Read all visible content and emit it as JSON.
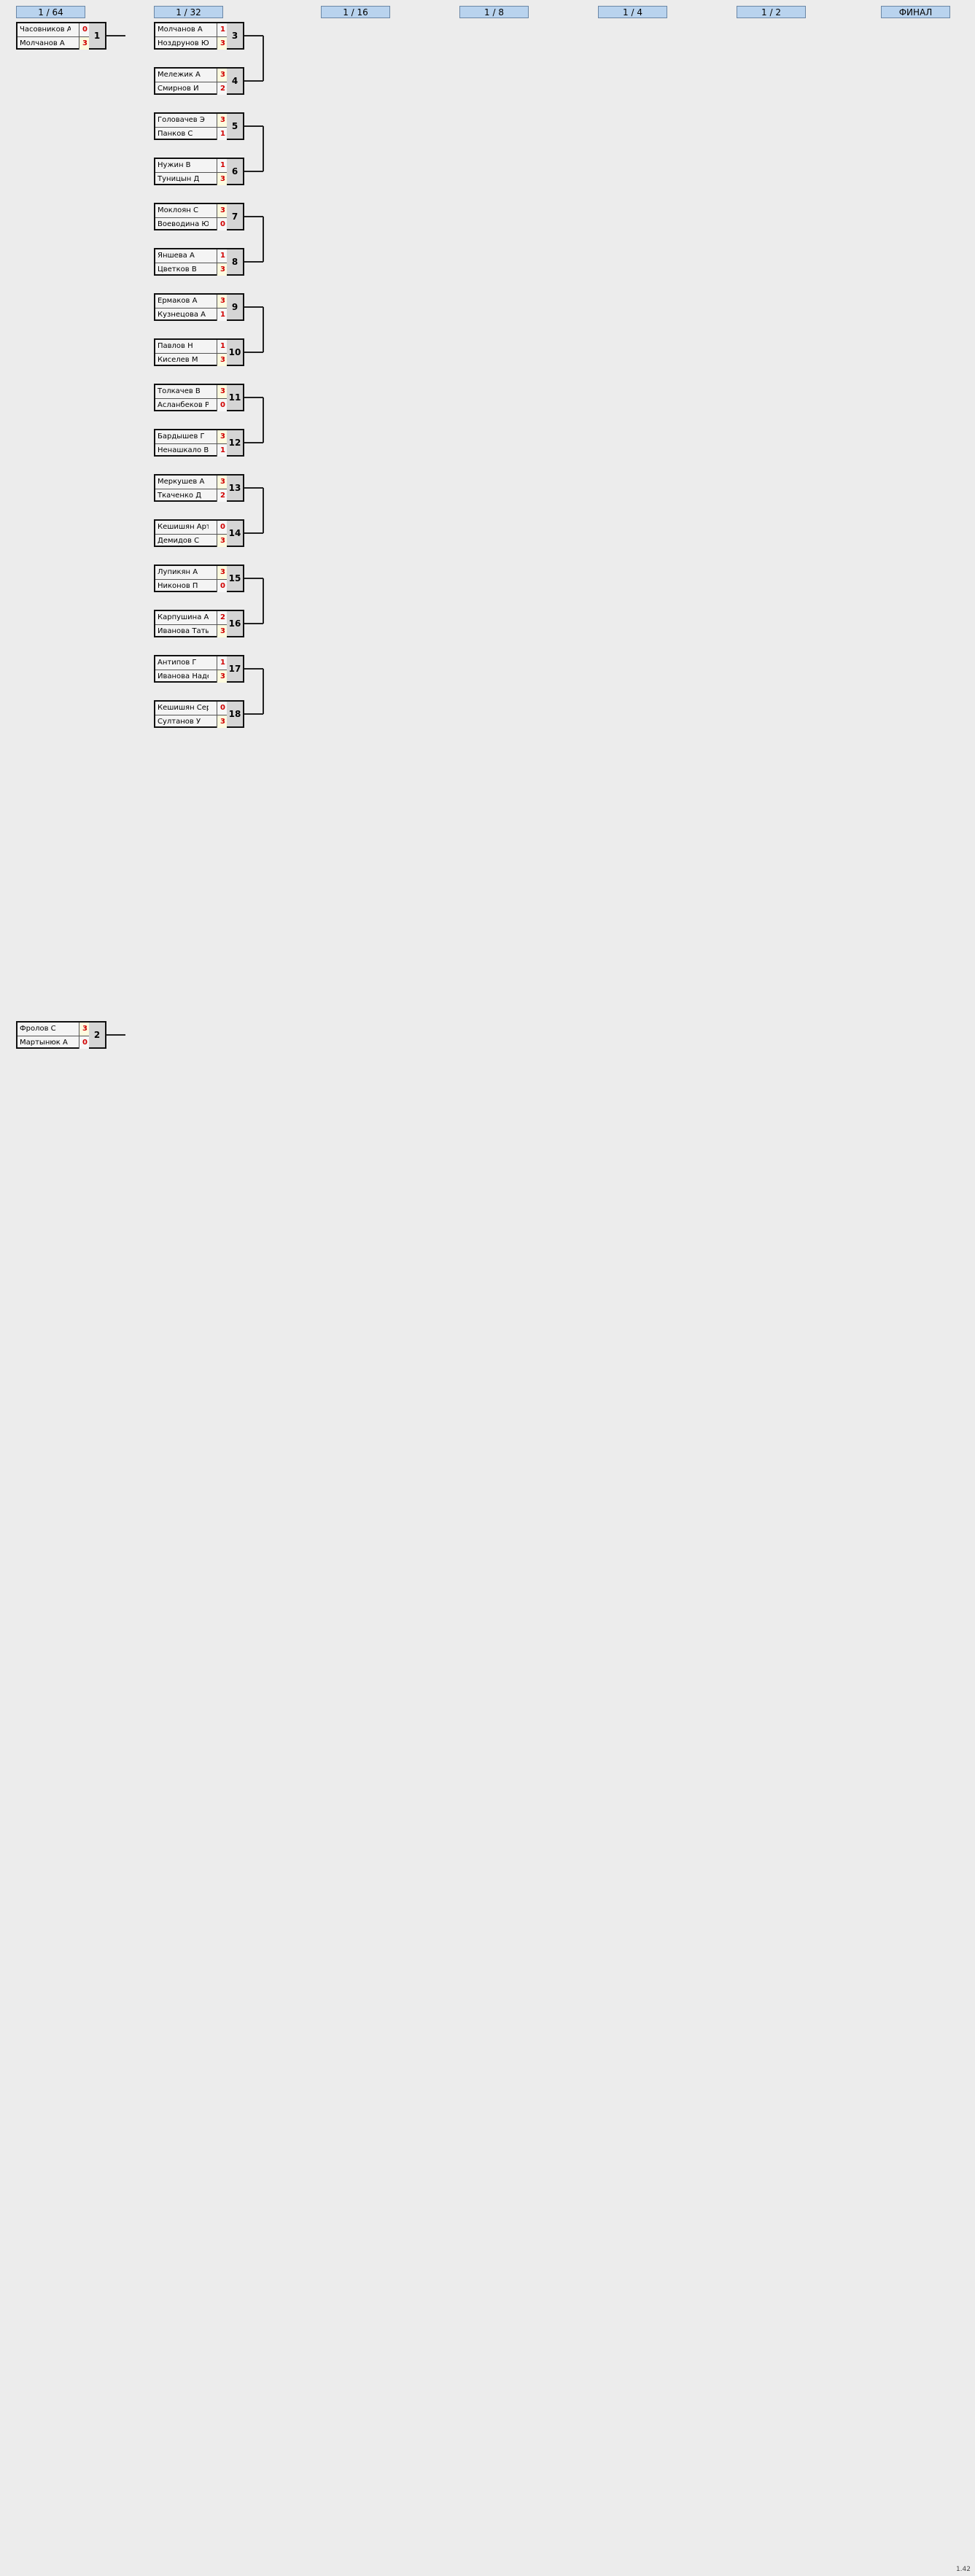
{
  "top_headers": [
    "1 / 64",
    "1 / 32",
    "1 / 16",
    "1 / 8",
    "1 / 4",
    "1 / 2",
    "ФИНАЛ"
  ],
  "main_matches": [
    {
      "num": "1",
      "p1": "Часовников А",
      "p2": "Молчанов А",
      "s1": "0",
      "s2": "3"
    },
    {
      "num": "2",
      "p1": "Фролов С",
      "p2": "Мартынюк А",
      "s1": "3",
      "s2": "0"
    },
    {
      "num": "3",
      "p1": "Молчанов А",
      "p2": "Ноздрунов Ю",
      "s1": "1",
      "s2": "3"
    },
    {
      "num": "4",
      "p1": "Мележик А",
      "p2": "Смирнов И",
      "s1": "3",
      "s2": "2"
    },
    {
      "num": "5",
      "p1": "Головачев Э",
      "p2": "Панков С",
      "s1": "3",
      "s2": "1"
    },
    {
      "num": "6",
      "p1": "Нужин В",
      "p2": "Туницын Д",
      "s1": "1",
      "s2": "3"
    },
    {
      "num": "7",
      "p1": "Моклоян С",
      "p2": "Воеводина Ю",
      "s1": "3",
      "s2": "0"
    },
    {
      "num": "8",
      "p1": "Яншева А",
      "p2": "Цветков В",
      "s1": "1",
      "s2": "3"
    },
    {
      "num": "9",
      "p1": "Ермаков А",
      "p2": "Кузнецова А",
      "s1": "3",
      "s2": "1"
    },
    {
      "num": "10",
      "p1": "Павлов Н",
      "p2": "Киселев М",
      "s1": "1",
      "s2": "3"
    },
    {
      "num": "11",
      "p1": "Толкачев В",
      "p2": "Асланбеков Р",
      "s1": "3",
      "s2": "0"
    },
    {
      "num": "12",
      "p1": "Бардышев Г",
      "p2": "Ненашкало В",
      "s1": "3",
      "s2": "1"
    },
    {
      "num": "13",
      "p1": "Меркушев А",
      "p2": "Ткаченко Д",
      "s1": "3",
      "s2": "2"
    },
    {
      "num": "14",
      "p1": "Кешишян Артур",
      "p2": "Демидов С",
      "s1": "0",
      "s2": "3"
    },
    {
      "num": "15",
      "p1": "Лупикян А",
      "p2": "Никонов П",
      "s1": "3",
      "s2": "0"
    },
    {
      "num": "16",
      "p1": "Карпушина А",
      "p2": "Иванова Татьяна",
      "s1": "2",
      "s2": "3"
    },
    {
      "num": "17",
      "p1": "Антипов Г",
      "p2": "Иванова Надежда",
      "s1": "1",
      "s2": "3"
    },
    {
      "num": "18",
      "p1": "Кешишян Сергей",
      "p2": "Султанов У",
      "s1": "0",
      "s2": "3"
    }
  ],
  "footer": "1.42"
}
